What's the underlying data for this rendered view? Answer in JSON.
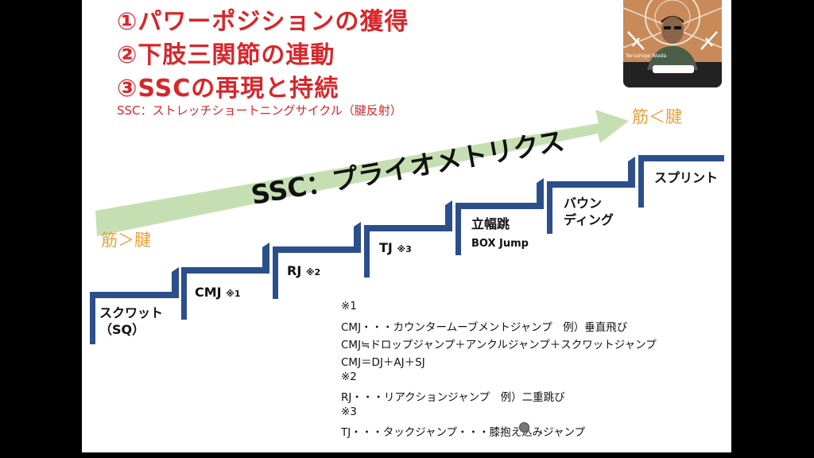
{
  "slide": {
    "titles": [
      "①パワーポジションの獲得",
      "②下肢三関節の連動",
      "③SSCの再現と持続"
    ],
    "ssc_definition": "SSC：ストレッチショートニングサイクル（腱反射）",
    "muscle_low": "筋＞腱",
    "muscle_high": "筋＜腱",
    "arrow_label": "SSC：プライオメトリクス",
    "steps": [
      {
        "line1": "スクワット",
        "line2": "（SQ）",
        "sup": ""
      },
      {
        "line1": "CMJ",
        "line2": "",
        "sup": "※1"
      },
      {
        "line1": "RJ",
        "line2": "",
        "sup": "※2"
      },
      {
        "line1": "TJ",
        "line2": "",
        "sup": "※3"
      },
      {
        "line1": "立幅跳",
        "line2": "BOX Jump",
        "sup": ""
      },
      {
        "line1": "バウン",
        "line2": "ディング",
        "sup": ""
      },
      {
        "line1": "スプリント",
        "line2": "",
        "sup": ""
      }
    ],
    "notes": [
      "※1",
      "CMJ・・・カウンタームーブメントジャンプ　例）垂直飛び",
      "CMJ≒ドロップジャンプ＋アンクルジャンプ＋スクワットジャンプ",
      "CMJ＝DJ＋AJ＋SJ",
      "※2",
      "RJ・・・リアクションジャンプ　例）二重跳び",
      "※3",
      "TJ・・・タックジャンプ・・・膝抱え込みジャンプ"
    ]
  },
  "participant": {
    "name": "Terushige Wada"
  },
  "colors": {
    "title_red": "#d8262b",
    "stair_blue": "#2b4f8a",
    "arrow_green": "#c5dfb3",
    "muscle_orange": "#e8a23b"
  }
}
